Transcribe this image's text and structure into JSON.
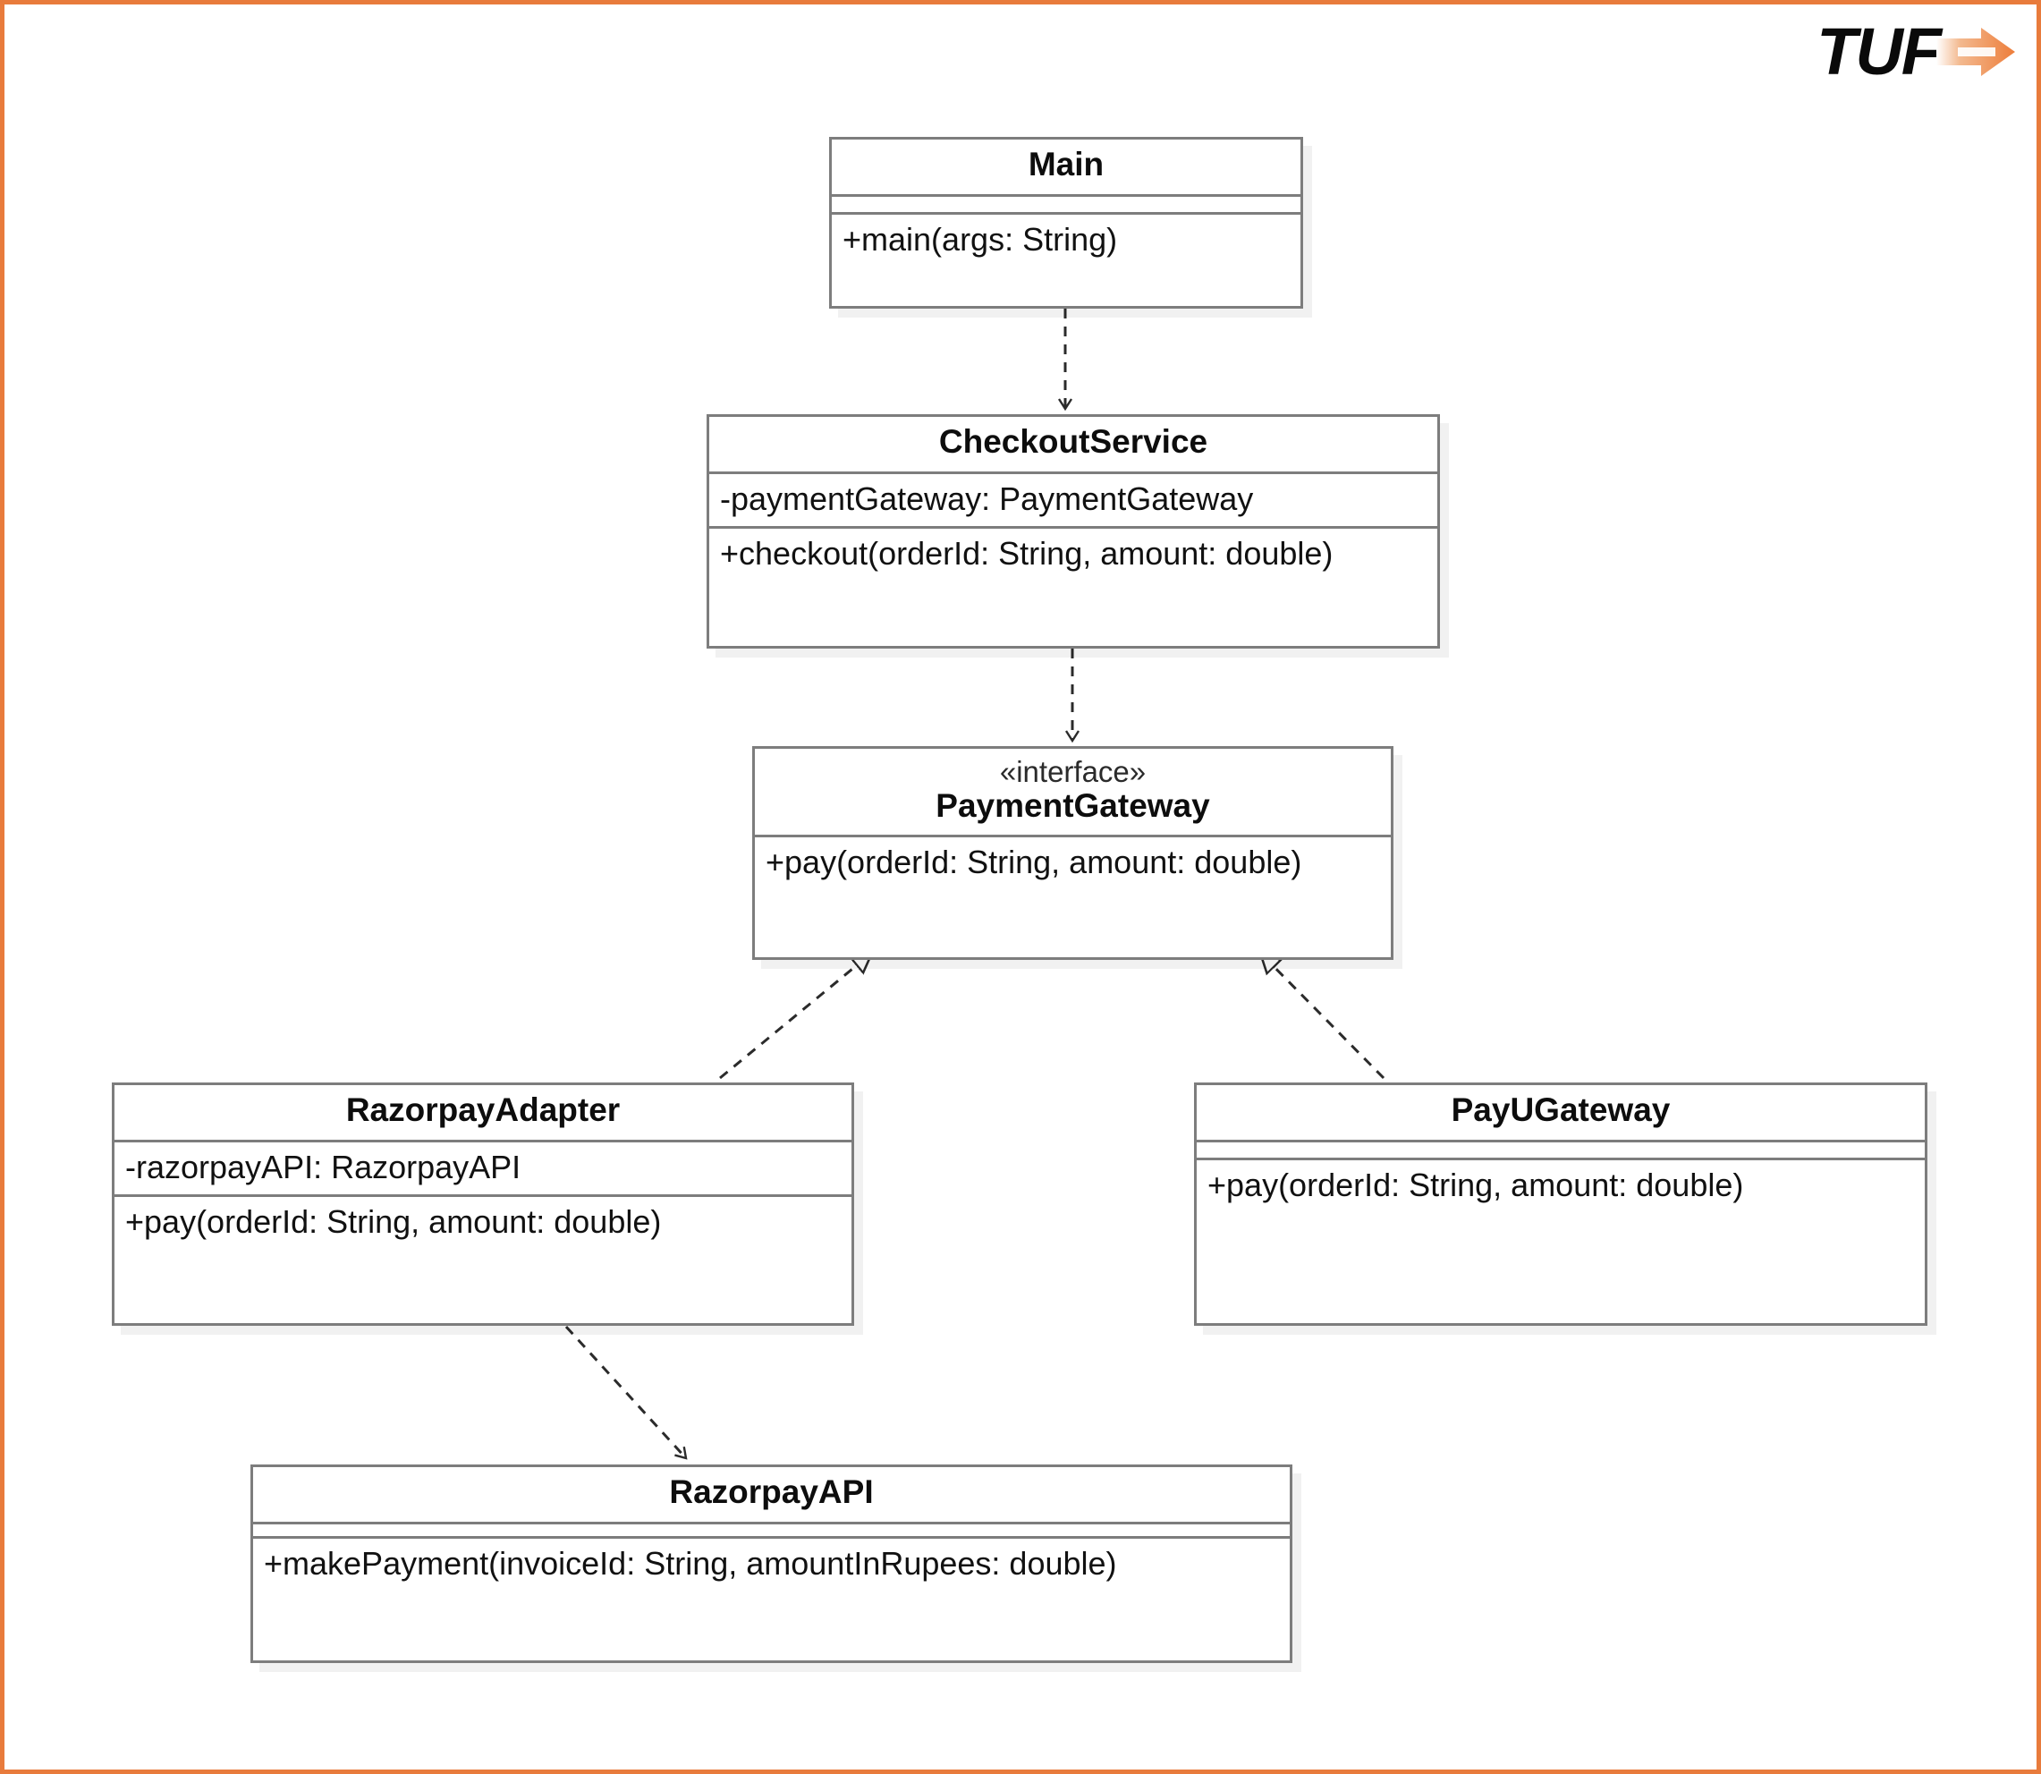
{
  "page": {
    "border_color": "#e87b3c",
    "background": "#ffffff",
    "box_border_color": "#7d7d7d"
  },
  "logo": {
    "text": "TUF",
    "arrow_icon": "right-arrow-icon",
    "arrow_color": "#ed7d3a"
  },
  "diagram": {
    "type": "uml-class-diagram",
    "classes": [
      {
        "id": "main",
        "name": "Main",
        "stereotype": "",
        "attributes": [],
        "methods": [
          "+main(args: String)"
        ],
        "has_empty_attribute_compartment": true
      },
      {
        "id": "checkout-service",
        "name": "CheckoutService",
        "stereotype": "",
        "attributes": [
          "-paymentGateway: PaymentGateway"
        ],
        "methods": [
          "+checkout(orderId: String, amount: double)"
        ],
        "has_empty_attribute_compartment": false
      },
      {
        "id": "payment-gateway",
        "name": "PaymentGateway",
        "stereotype": "«interface»",
        "attributes": [],
        "methods": [
          "+pay(orderId: String, amount: double)"
        ],
        "has_empty_attribute_compartment": false
      },
      {
        "id": "razorpay-adapter",
        "name": "RazorpayAdapter",
        "stereotype": "",
        "attributes": [
          "-razorpayAPI: RazorpayAPI"
        ],
        "methods": [
          "+pay(orderId: String, amount: double)"
        ],
        "has_empty_attribute_compartment": false
      },
      {
        "id": "payu-gateway",
        "name": "PayUGateway",
        "stereotype": "",
        "attributes": [],
        "methods": [
          "+pay(orderId: String, amount: double)"
        ],
        "has_empty_attribute_compartment": true
      },
      {
        "id": "razorpay-api",
        "name": "RazorpayAPI",
        "stereotype": "",
        "attributes": [],
        "methods": [
          "+makePayment(invoiceId: String, amountInRupees: double)"
        ],
        "has_empty_attribute_compartment": true
      }
    ],
    "relationships": [
      {
        "id": "main-to-checkout",
        "from": "Main",
        "to": "CheckoutService",
        "kind": "dependency",
        "line": "dashed",
        "arrowhead": "open-v"
      },
      {
        "id": "checkout-to-gateway",
        "from": "CheckoutService",
        "to": "PaymentGateway",
        "kind": "dependency",
        "line": "dashed",
        "arrowhead": "open-v"
      },
      {
        "id": "razorpayadapter-to-gateway",
        "from": "RazorpayAdapter",
        "to": "PaymentGateway",
        "kind": "realization",
        "line": "dashed",
        "arrowhead": "hollow-triangle"
      },
      {
        "id": "payugateway-to-gateway",
        "from": "PayUGateway",
        "to": "PaymentGateway",
        "kind": "realization",
        "line": "dashed",
        "arrowhead": "hollow-triangle"
      },
      {
        "id": "razorpayadapter-to-api",
        "from": "RazorpayAdapter",
        "to": "RazorpayAPI",
        "kind": "dependency",
        "line": "dashed",
        "arrowhead": "open-v"
      }
    ]
  }
}
